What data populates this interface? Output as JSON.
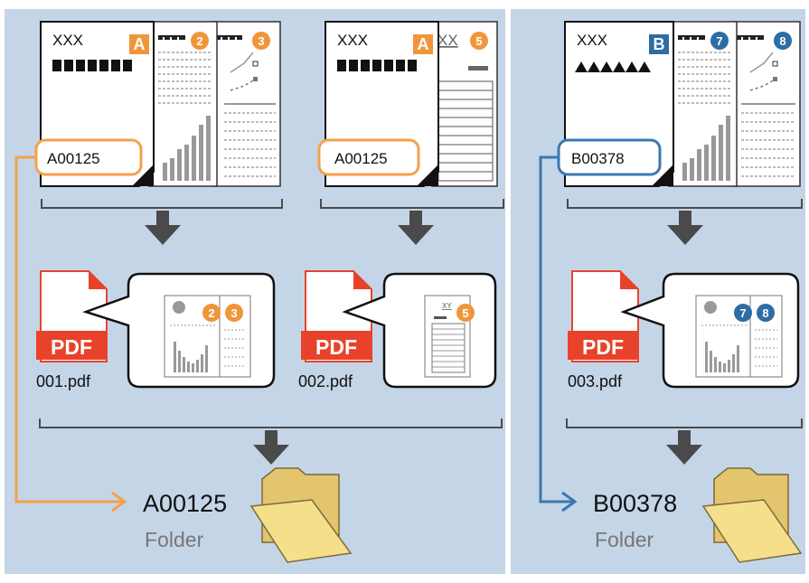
{
  "colors": {
    "background": "#c5d5e8",
    "orange": "#f0963a",
    "orange_line": "#f4a14a",
    "blue_dark": "#2e6da4",
    "blue_line": "#3b78b0",
    "arrow_gray": "#4a4a4a",
    "pdf_red": "#e8432a",
    "folder_yellow": "#f5df8a"
  },
  "groups": [
    {
      "separator": "A",
      "barcode_value": "A00125",
      "pages": [
        {
          "header": "XXX",
          "badge": "A"
        },
        {
          "badge": "2"
        },
        {
          "badge": "3"
        }
      ],
      "pdf": {
        "filename": "001.pdf",
        "label": "PDF",
        "badges": [
          "2",
          "3"
        ]
      }
    },
    {
      "separator": "A",
      "barcode_value": "A00125",
      "pages": [
        {
          "header": "XXX",
          "badge": "A"
        },
        {
          "header": "XX",
          "badge": "5"
        }
      ],
      "pdf": {
        "filename": "002.pdf",
        "label": "PDF",
        "badges": [
          "5"
        ],
        "mini_header": "XY"
      }
    },
    {
      "separator": "B",
      "barcode_value": "B00378",
      "pages": [
        {
          "header": "XXX",
          "badge": "B"
        },
        {
          "badge": "7"
        },
        {
          "badge": "8"
        }
      ],
      "pdf": {
        "filename": "003.pdf",
        "label": "PDF",
        "badges": [
          "7",
          "8"
        ]
      }
    }
  ],
  "folders": [
    {
      "name": "A00125",
      "caption": "Folder",
      "icon": "folder-icon"
    },
    {
      "name": "B00378",
      "caption": "Folder",
      "icon": "folder-icon"
    }
  ]
}
